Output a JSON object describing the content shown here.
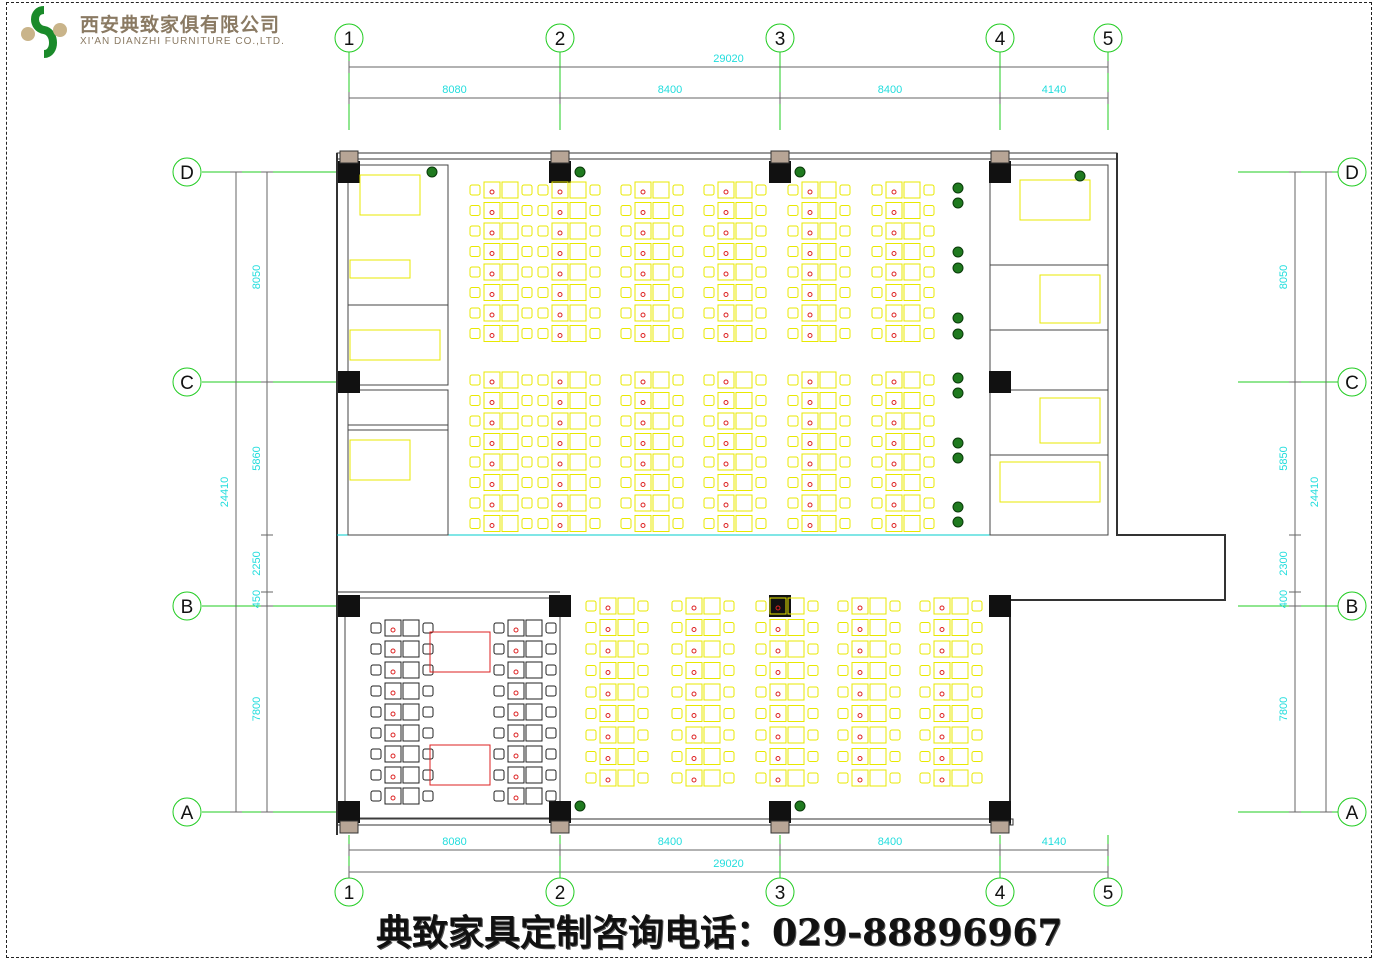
{
  "logo": {
    "name_cn": "西安典致家俱有限公司",
    "name_en": "XI'AN DIANZHI FURNITURE CO.,LTD."
  },
  "hotline": "典致家具定制咨询电话：029-88896967",
  "axes": {
    "columns": [
      "1",
      "2",
      "3",
      "4",
      "5"
    ],
    "rows": [
      "D",
      "C",
      "B",
      "A"
    ]
  },
  "dimensions": {
    "top_total": "29020",
    "top_spans": [
      "8080",
      "8400",
      "8400",
      "4140"
    ],
    "bottom_total": "29020",
    "bottom_spans": [
      "8080",
      "8400",
      "8400",
      "4140"
    ],
    "left_total": "24410",
    "left_spans": [
      "8050",
      "5860",
      "2250",
      "450",
      "7800"
    ],
    "right_total": "24410",
    "right_spans": [
      "8050",
      "5850",
      "2300",
      "400",
      "7800"
    ]
  },
  "colors": {
    "axis": "#22cc22",
    "dim_text": "#22dddd",
    "furniture": "#e8e800",
    "wall": "#111111",
    "glass": "#00cccc"
  }
}
